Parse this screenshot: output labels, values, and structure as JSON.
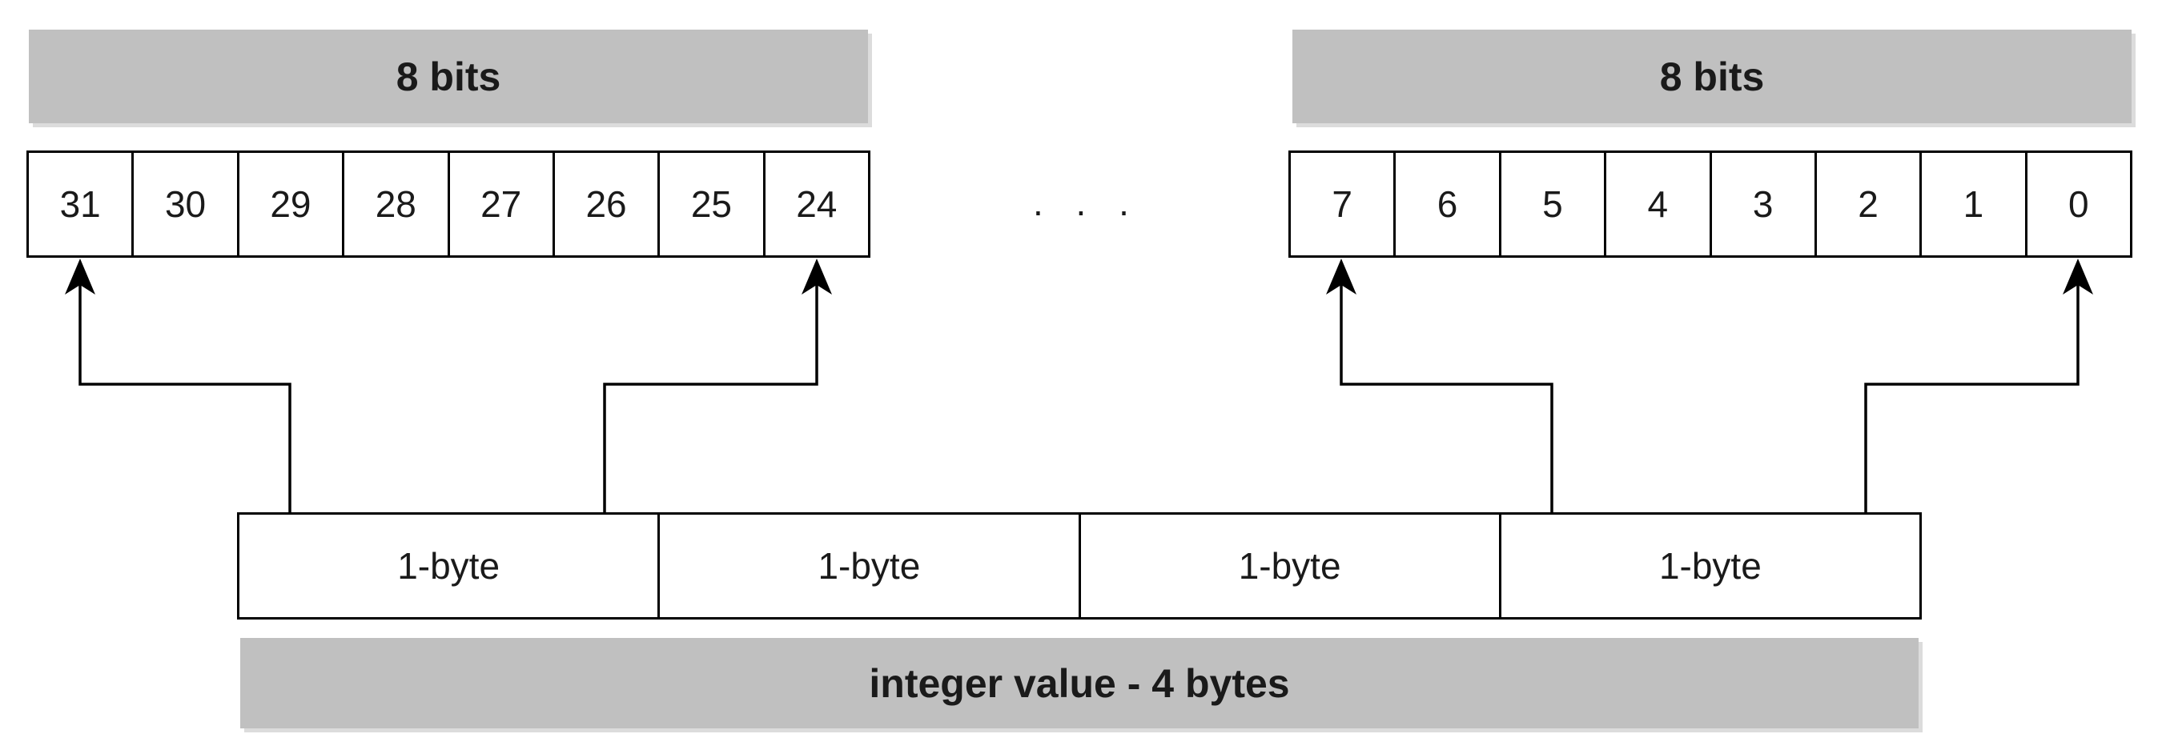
{
  "left_group": {
    "header": "8 bits",
    "bits": [
      "31",
      "30",
      "29",
      "28",
      "27",
      "26",
      "25",
      "24"
    ]
  },
  "right_group": {
    "header": "8 bits",
    "bits": [
      "7",
      "6",
      "5",
      "4",
      "3",
      "2",
      "1",
      "0"
    ]
  },
  "ellipsis": ". . .",
  "bytes": [
    "1-byte",
    "1-byte",
    "1-byte",
    "1-byte"
  ],
  "footer": "integer value - 4 bytes"
}
